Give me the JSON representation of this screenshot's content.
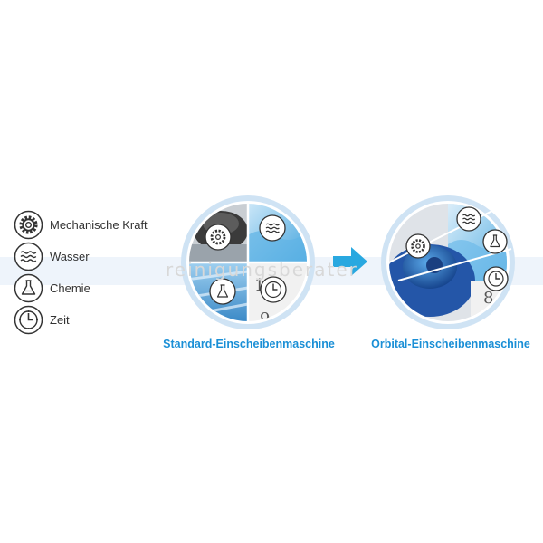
{
  "legend": {
    "items": [
      {
        "icon": "gear-icon",
        "label": "Mechanische Kraft"
      },
      {
        "icon": "waves-icon",
        "label": "Wasser"
      },
      {
        "icon": "flask-icon",
        "label": "Chemie"
      },
      {
        "icon": "clock-icon",
        "label": "Zeit"
      }
    ]
  },
  "machines": [
    {
      "caption": "Standard-Einscheibenmaschine"
    },
    {
      "caption": "Orbital-Einscheibenmaschine"
    }
  ],
  "watermark": "reinigungsberater",
  "colors": {
    "caption": "#1a8fd6",
    "arrow": "#29a8e0",
    "ring": "#cfe3f4",
    "icon_dark": "#333333"
  }
}
